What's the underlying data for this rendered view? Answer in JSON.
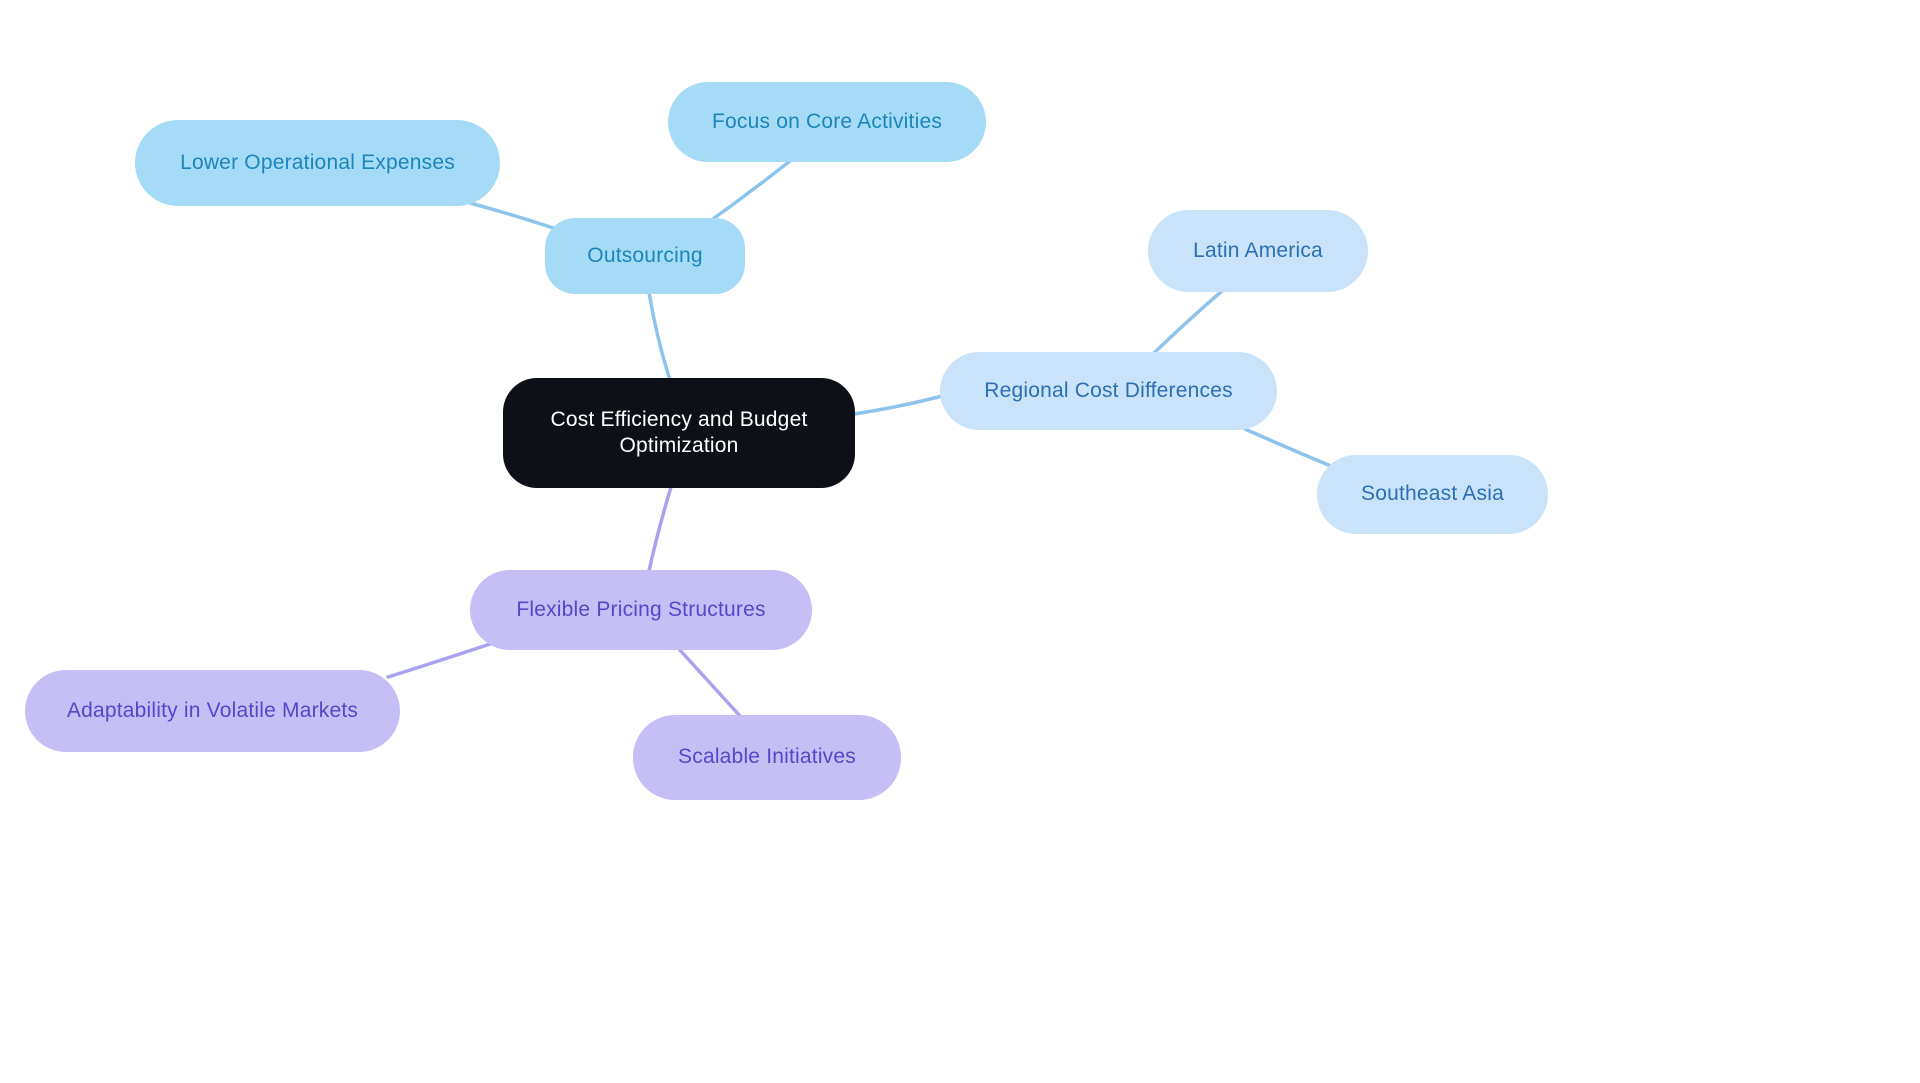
{
  "diagram_type": "mindmap",
  "colors": {
    "background": "#ffffff",
    "root_bg": "#0d1117",
    "root_text": "#ffffff",
    "branch_blue_node_bg": "#a6dbf8",
    "branch_blue_text": "#1b86ba",
    "branch_paleblue_node_bg": "#c9e3fa",
    "branch_paleblue_text": "#2d6fb0",
    "branch_purple_node_bg": "#c6bff6",
    "branch_purple_text": "#5746c8",
    "edge_blue": "#8ec4ec",
    "edge_purple": "#a8a2ef"
  },
  "mindmap": {
    "root": {
      "label": "Cost Efficiency and Budget Optimization"
    },
    "branches": [
      {
        "name": "outsourcing",
        "label": "Outsourcing",
        "children": [
          {
            "name": "lower-operational-expenses",
            "label": "Lower Operational Expenses"
          },
          {
            "name": "focus-on-core-activities",
            "label": "Focus on Core Activities"
          }
        ]
      },
      {
        "name": "regional-cost-differences",
        "label": "Regional Cost Differences",
        "children": [
          {
            "name": "latin-america",
            "label": "Latin America"
          },
          {
            "name": "southeast-asia",
            "label": "Southeast Asia"
          }
        ]
      },
      {
        "name": "flexible-pricing-structures",
        "label": "Flexible Pricing Structures",
        "children": [
          {
            "name": "adaptability-in-volatile-markets",
            "label": "Adaptability in Volatile Markets"
          },
          {
            "name": "scalable-initiatives",
            "label": "Scalable Initiatives"
          }
        ]
      }
    ]
  }
}
